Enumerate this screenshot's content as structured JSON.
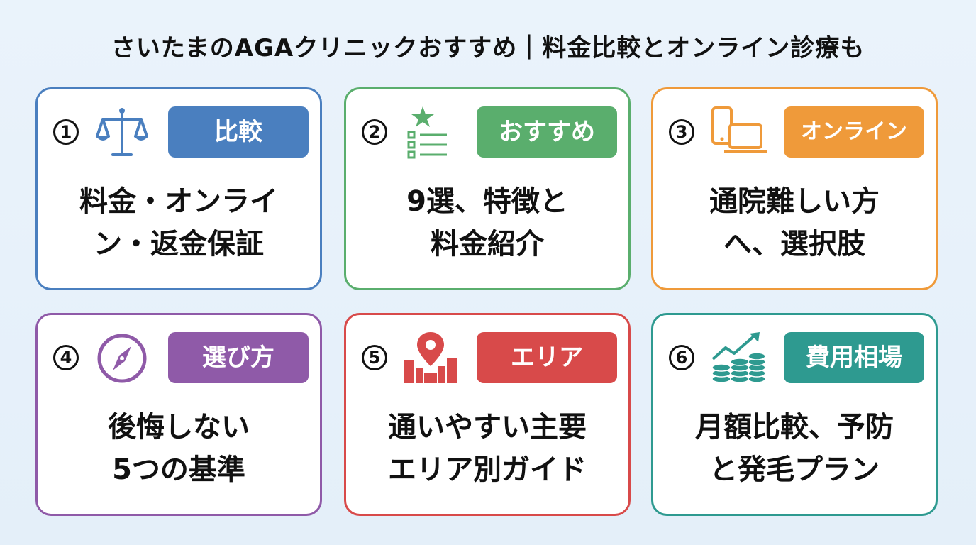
{
  "title": "さいたまのAGAクリニックおすすめ｜料金比較とオンライン診療も",
  "cards": [
    {
      "num": "1",
      "badge": "比較",
      "line1": "料金・オンライ",
      "line2": "ン・返金保証",
      "color": "#4a7fbf",
      "icon": "scale-icon"
    },
    {
      "num": "2",
      "badge": "おすすめ",
      "line1": "9選、特徴と",
      "line2": "料金紹介",
      "color": "#5aae6d",
      "icon": "star-checklist-icon"
    },
    {
      "num": "3",
      "badge": "オンライン",
      "line1": "通院難しい方",
      "line2": "へ、選択肢",
      "color": "#ef9a3a",
      "icon": "phone-laptop-icon"
    },
    {
      "num": "4",
      "badge": "選び方",
      "line1": "後悔しない",
      "line2": "5つの基準",
      "color": "#8f5aa8",
      "icon": "compass-icon"
    },
    {
      "num": "5",
      "badge": "エリア",
      "line1": "通いやすい主要",
      "line2": "エリア別ガイド",
      "color": "#d84a4a",
      "icon": "map-pin-city-icon"
    },
    {
      "num": "6",
      "badge": "費用相場",
      "line1": "月額比較、予防",
      "line2": "と発毛プラン",
      "color": "#2e9a90",
      "icon": "coins-growth-icon"
    }
  ]
}
